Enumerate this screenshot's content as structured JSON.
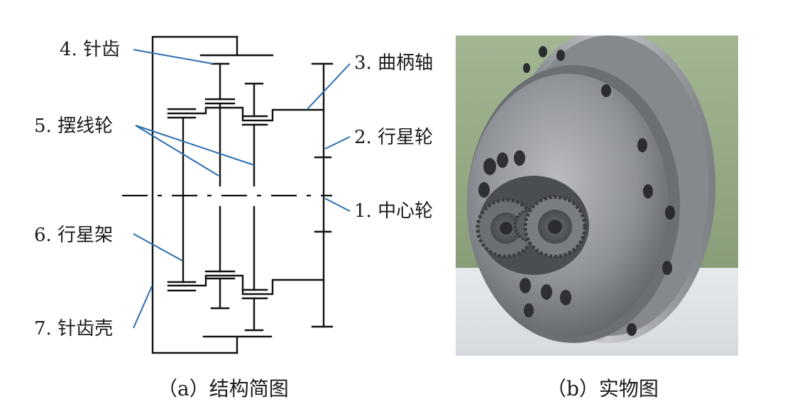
{
  "labels": {
    "pin_gear": "4. 针齿",
    "cycloid_wheel": "5. 摆线轮",
    "planet_carrier": "6. 行星架",
    "pin_gear_housing": "7. 针齿壳",
    "crankshaft": "3. 曲柄轴",
    "planet_gear": "2. 行星轮",
    "sun_gear": "1. 中心轮"
  },
  "captions": {
    "a": "（a）结构简图",
    "b": "（b）实物图"
  },
  "colors": {
    "leader_lines": "#2a6db0",
    "diagram_lines": "#111111",
    "photo_background": "#8fa57e",
    "metal": "#8c8e92"
  }
}
